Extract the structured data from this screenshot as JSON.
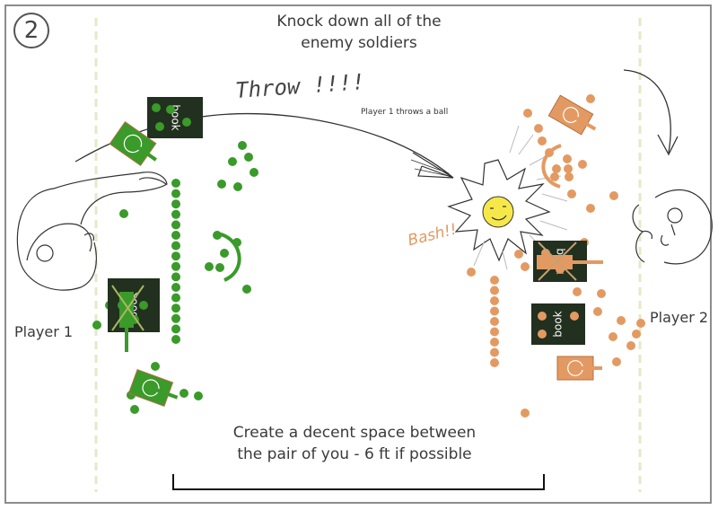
{
  "step_number": "2",
  "title_line1": "Knock down all of the",
  "title_line2": "enemy soldiers",
  "throw_label": "Throw !!!!",
  "throw_caption": "Player 1 throws a ball",
  "bash_label": "Bash!!",
  "player1_label": "Player 1",
  "player2_label": "Player 2",
  "bottom_line1": "Create a decent space between",
  "bottom_line2": "the pair of you - 6 ft if possible",
  "book_label": "book",
  "colors": {
    "green": "#3a9a2a",
    "dark_green": "#2f7a20",
    "orange": "#e39a62",
    "book_bg": "#22301f",
    "frame": "#8c8c8c",
    "dashed_line": "#e4e9c8",
    "sun": "#f7e84a"
  },
  "icons": [
    "tank-icon",
    "book-icon",
    "player-head-icon",
    "explosion-icon",
    "arrow-icon"
  ]
}
